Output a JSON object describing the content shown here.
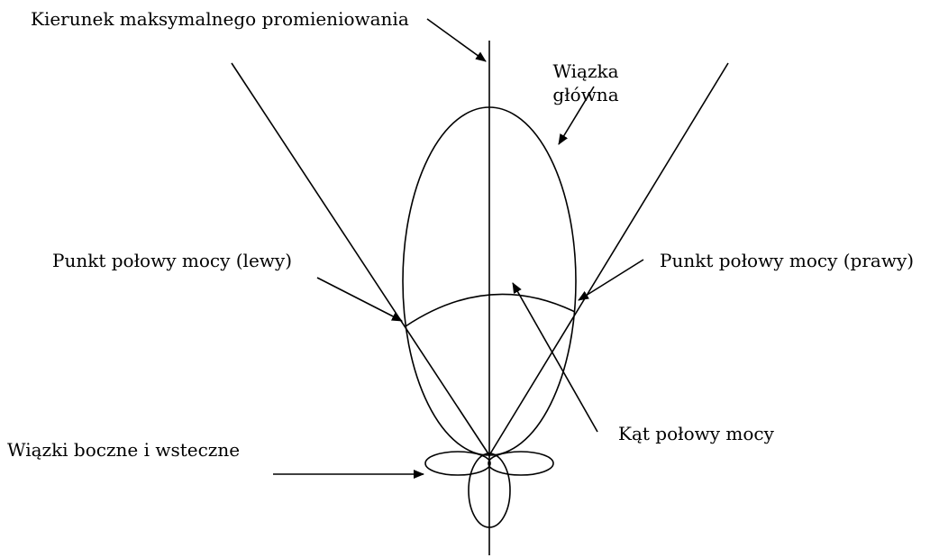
{
  "labels": {
    "max_direction": "Kierunek maksymalnego promieniowania",
    "main_beam_line1": "Wiązka",
    "main_beam_line2": "główna",
    "half_power_left": "Punkt połowy mocy (lewy)",
    "half_power_right": "Punkt połowy mocy (prawy)",
    "half_power_angle": "Kąt połowy mocy",
    "side_back_lobes": "Wiązki boczne i wsteczne"
  },
  "colors": {
    "line": "#000000",
    "background": "#ffffff"
  }
}
